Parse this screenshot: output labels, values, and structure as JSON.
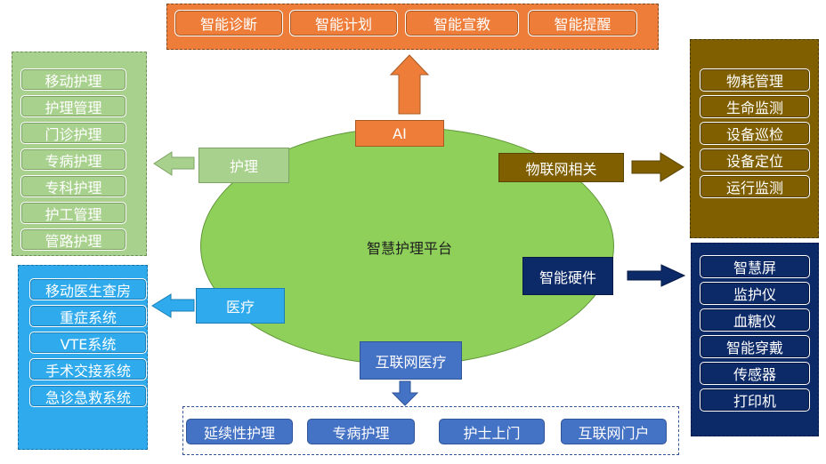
{
  "center": {
    "title": "智慧护理平台"
  },
  "ai": {
    "label": "AI",
    "items": [
      "智能诊断",
      "智能计划",
      "智能宣教",
      "智能提醒"
    ]
  },
  "nursing": {
    "label": "护理",
    "items": [
      "移动护理",
      "护理管理",
      "门诊护理",
      "专病护理",
      "专科护理",
      "护工管理",
      "管路护理"
    ]
  },
  "medical": {
    "label": "医疗",
    "items": [
      "移动医生查房",
      "重症系统",
      "VTE系统",
      "手术交接系统",
      "急诊急救系统"
    ]
  },
  "iot": {
    "label": "物联网相关",
    "items": [
      "物耗管理",
      "生命监测",
      "设备巡检",
      "设备定位",
      "运行监测"
    ]
  },
  "hardware": {
    "label": "智能硬件",
    "items": [
      "智慧屏",
      "监护仪",
      "血糖仪",
      "智能穿戴",
      "传感器",
      "打印机"
    ]
  },
  "internet": {
    "label": "互联网医疗",
    "items": [
      "延续性护理",
      "专病护理",
      "护士上门",
      "互联网门户"
    ]
  },
  "colors": {
    "ai": "#ee7d3a",
    "nursing": "#a9d18e",
    "medical": "#2eaaed",
    "iot": "#7f5f00",
    "hardware": "#0d2a68",
    "internet": "#4472c4",
    "platform": "#8ed05a"
  }
}
